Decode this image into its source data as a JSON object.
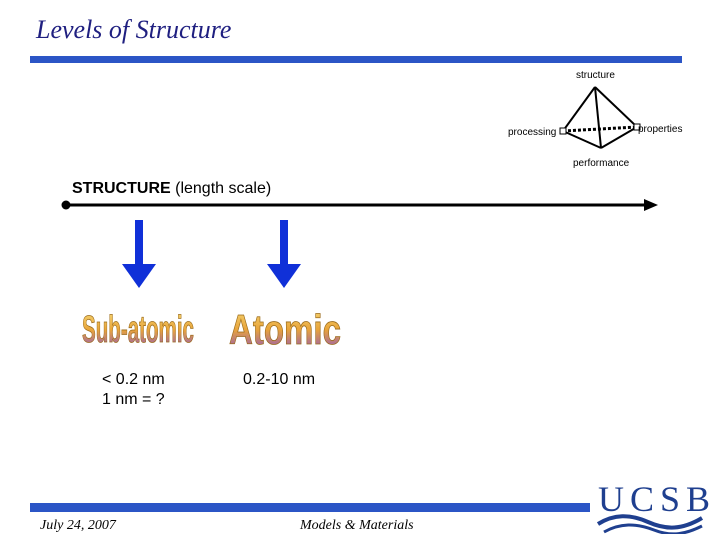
{
  "slide": {
    "title": "Levels of Structure"
  },
  "tetrahedron": {
    "top_label": "structure",
    "left_label": "processing",
    "right_label": "properties",
    "bottom_label": "performance"
  },
  "scale": {
    "heading_bold": "STRUCTURE",
    "heading_rest": " (length scale)",
    "levels": [
      {
        "word": "Sub-atomic",
        "line1": "< 0.2 nm",
        "line2": "1 nm = ?"
      },
      {
        "word": "Atomic",
        "line1": "0.2-10 nm",
        "line2": ""
      }
    ]
  },
  "footer": {
    "date": "July 24, 2007",
    "course": "Models & Materials",
    "logo": "UCSB"
  },
  "colors": {
    "accent_blue": "#2b55c6",
    "title_text": "#1f1f80",
    "arrow_blue": "#1030d8",
    "wordart_gold": "#f2c24a",
    "wordart_purple": "#8a4fc8"
  }
}
